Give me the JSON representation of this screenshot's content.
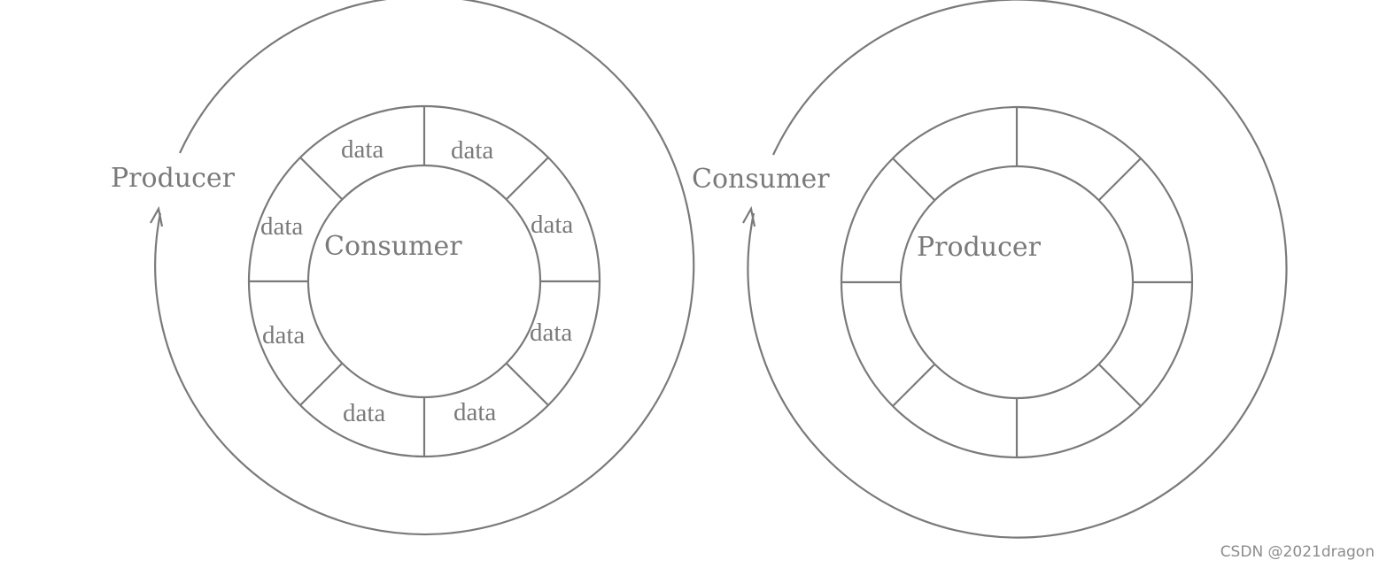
{
  "diagrams": [
    {
      "outer_label": "Producer",
      "inner_label": "Consumer",
      "slots": [
        "data",
        "data",
        "data",
        "data",
        "data",
        "data",
        "data",
        "data"
      ]
    },
    {
      "outer_label": "Consumer",
      "inner_label": "Producer",
      "slots": [
        "",
        "",
        "",
        "",
        "",
        "",
        "",
        ""
      ]
    }
  ],
  "watermark": "CSDN @2021dragon",
  "colors": {
    "line": "#7a7a7a",
    "text": "#7a7a7a",
    "watermark": "#8c8c8c",
    "background": "#ffffff"
  }
}
